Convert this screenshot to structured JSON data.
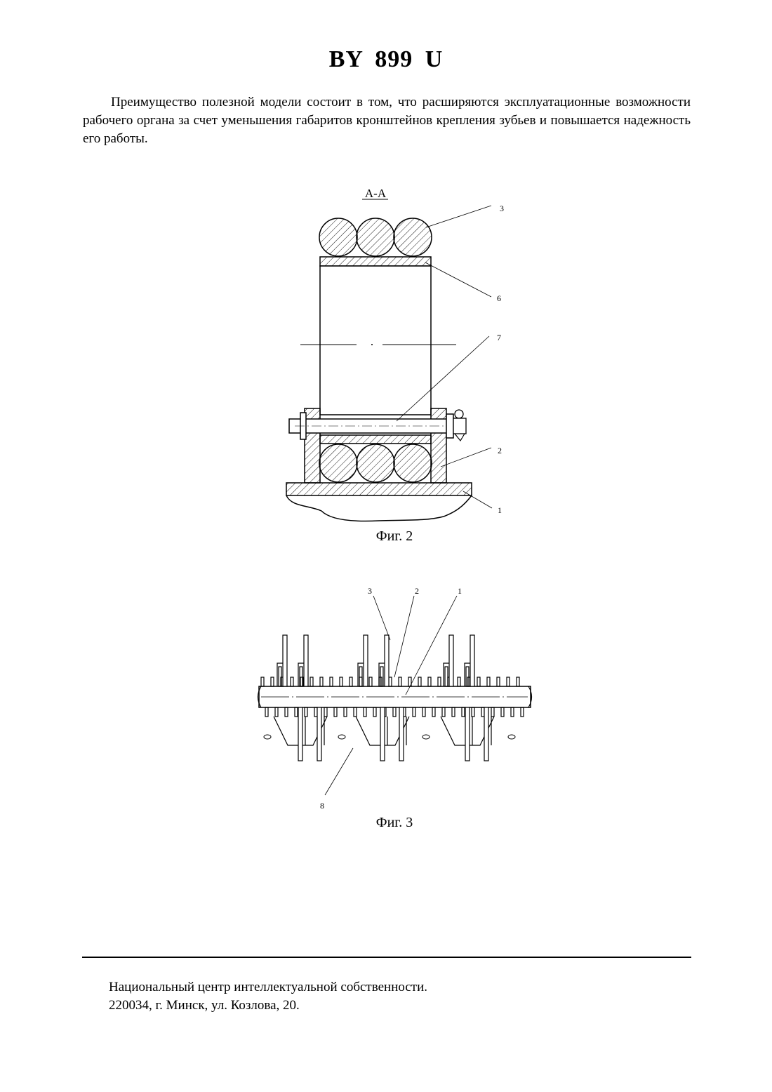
{
  "header": {
    "doc_number": "BY 899 U"
  },
  "body": {
    "paragraph": "Преимущество полезной модели состоит в том, что расширяются эксплуатационные возможности рабочего органа за счет уменьшения габаритов кронштейнов крепления зубьев и повышается надежность его работы."
  },
  "figures": [
    {
      "caption": "Фиг. 2",
      "section_label": "А-А",
      "callouts": [
        "3",
        "6",
        "7",
        "2",
        "1"
      ]
    },
    {
      "caption": "Фиг. 3",
      "callouts": [
        "3",
        "2",
        "1",
        "8"
      ]
    }
  ],
  "footer": {
    "line1": "Национальный центр интеллектуальной собственности.",
    "line2": "220034, г. Минск, ул. Козлова, 20."
  }
}
